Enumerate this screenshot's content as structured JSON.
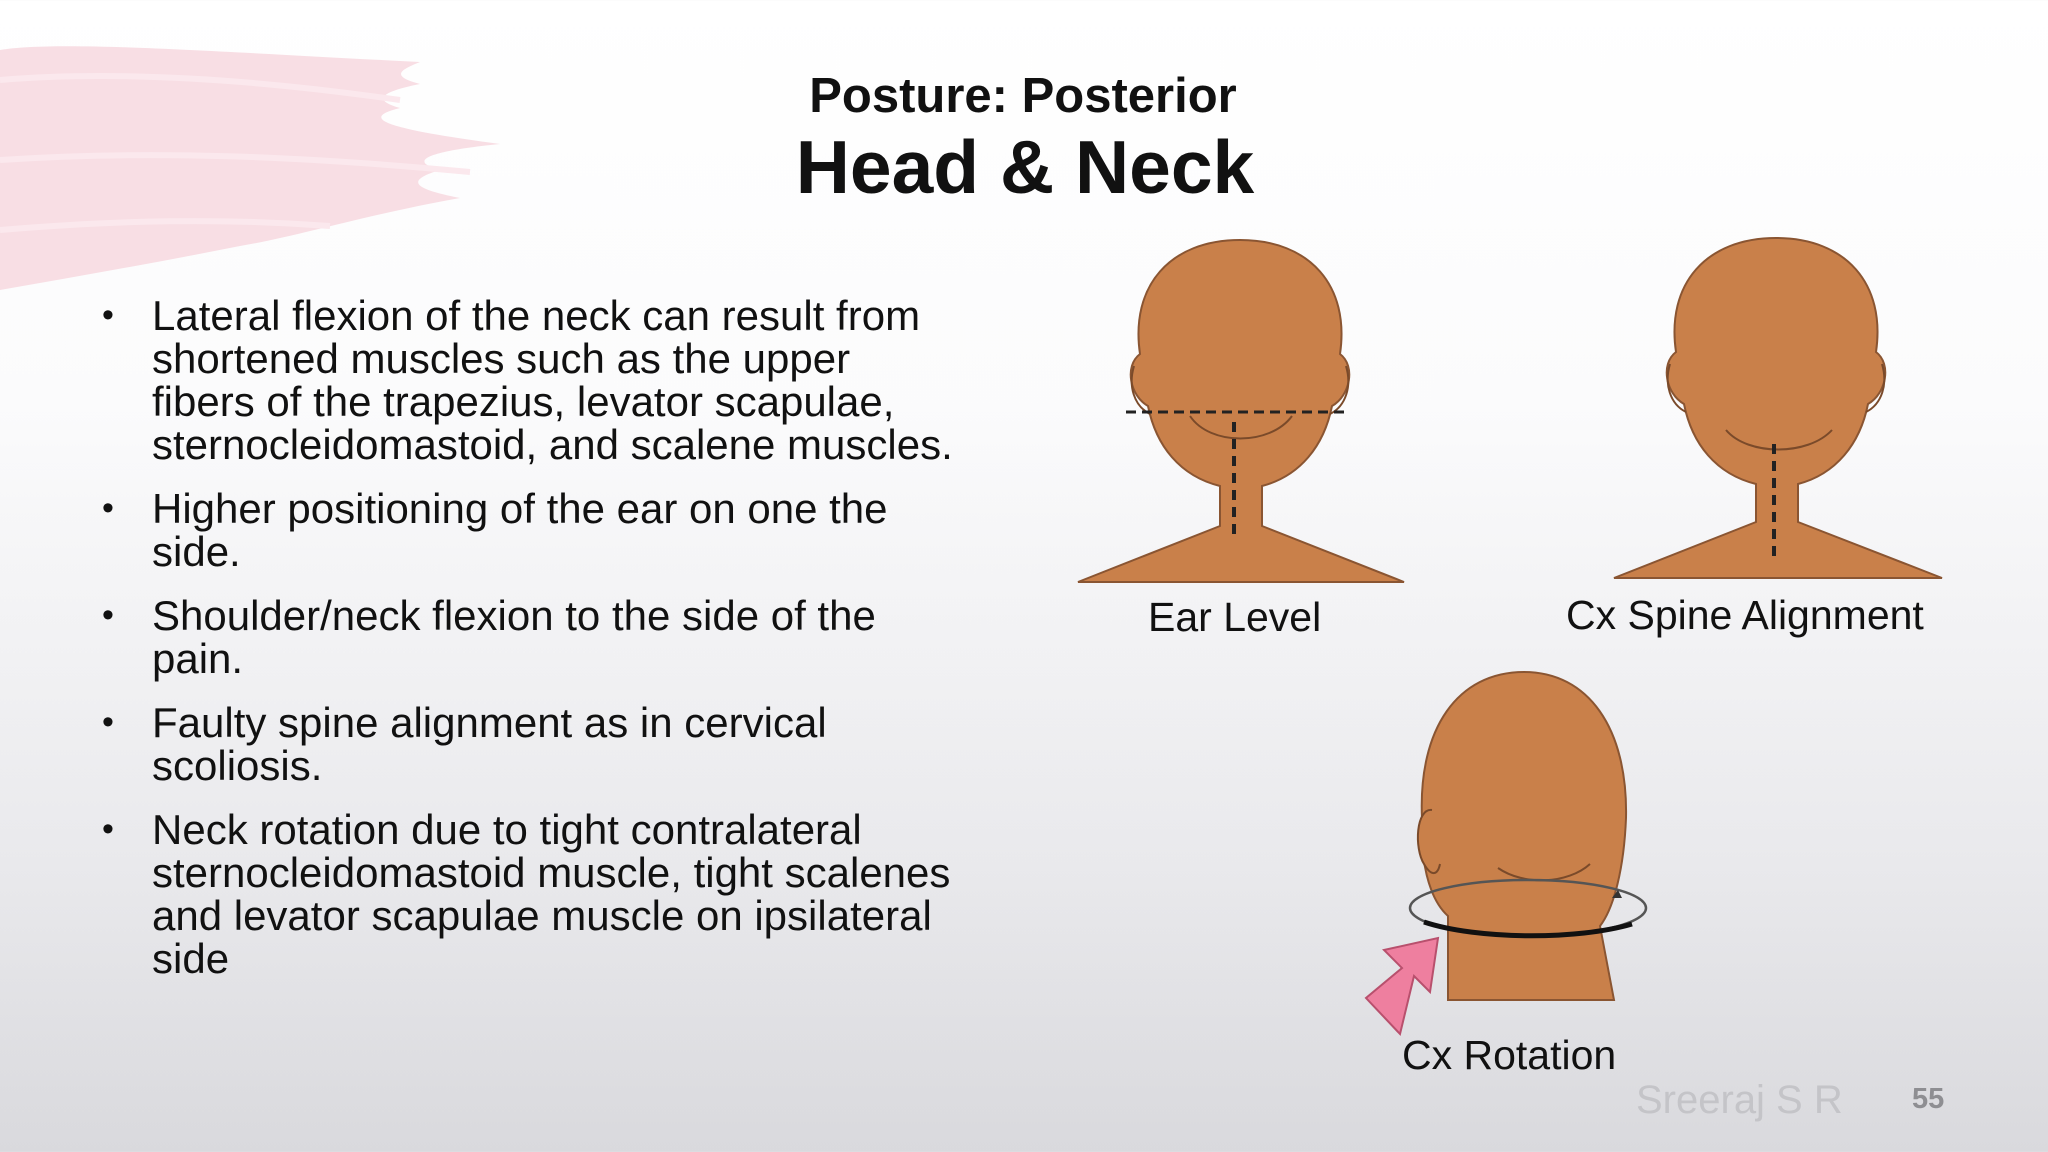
{
  "slide": {
    "subtitle": "Posture: Posterior",
    "title": "Head & Neck",
    "bullets": [
      "Lateral flexion of the neck can result from shortened muscles such as the upper fibers of the trapezius, levator scapulae, sternocleidomastoid, and scalene muscles.",
      "Higher positioning of the ear on one the side.",
      "Shoulder/neck flexion to the side of the pain.",
      "Faulty spine alignment as in cervical scoliosis.",
      "Neck rotation due to tight contralateral sternocleidomastoid muscle, tight scalenes and levator scapulae muscle on ipsilateral side"
    ],
    "bullet_marker": "•",
    "figures": {
      "ear_level": "Ear Level",
      "spine_alignment": "Cx Spine Alignment",
      "rotation": "Cx Rotation"
    },
    "author": "Sreeraj S R",
    "page_number": "55"
  },
  "colors": {
    "skin": "#c9804a",
    "skin_line": "#7a4a2a",
    "accent_brush": "#f8dce3",
    "arrow": "#ee7f9f"
  }
}
